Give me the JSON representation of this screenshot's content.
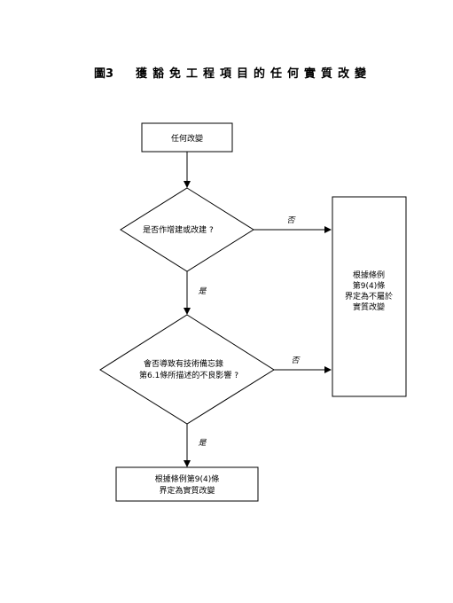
{
  "figure": {
    "label": "圖3",
    "title": "獲豁免工程項目的任何實質改變"
  },
  "nodes": {
    "start": {
      "text": "任何改變"
    },
    "decision1": {
      "text": "是否作增建或改建 ?"
    },
    "decision2": {
      "line1": "會否導致有技術備忘錄",
      "line2": "第6.1條所描述的不良影響 ?"
    },
    "side_box": {
      "line1": "根據條例",
      "line2": "第9(4)條",
      "line3": "界定為不屬於",
      "line4": "實質改變"
    },
    "end_box": {
      "line1": "根據條例第9(4)條",
      "line2": "界定為實質改變"
    }
  },
  "edges": {
    "d1_no": "否",
    "d1_yes": "是",
    "d2_no": "否",
    "d2_yes": "是"
  }
}
